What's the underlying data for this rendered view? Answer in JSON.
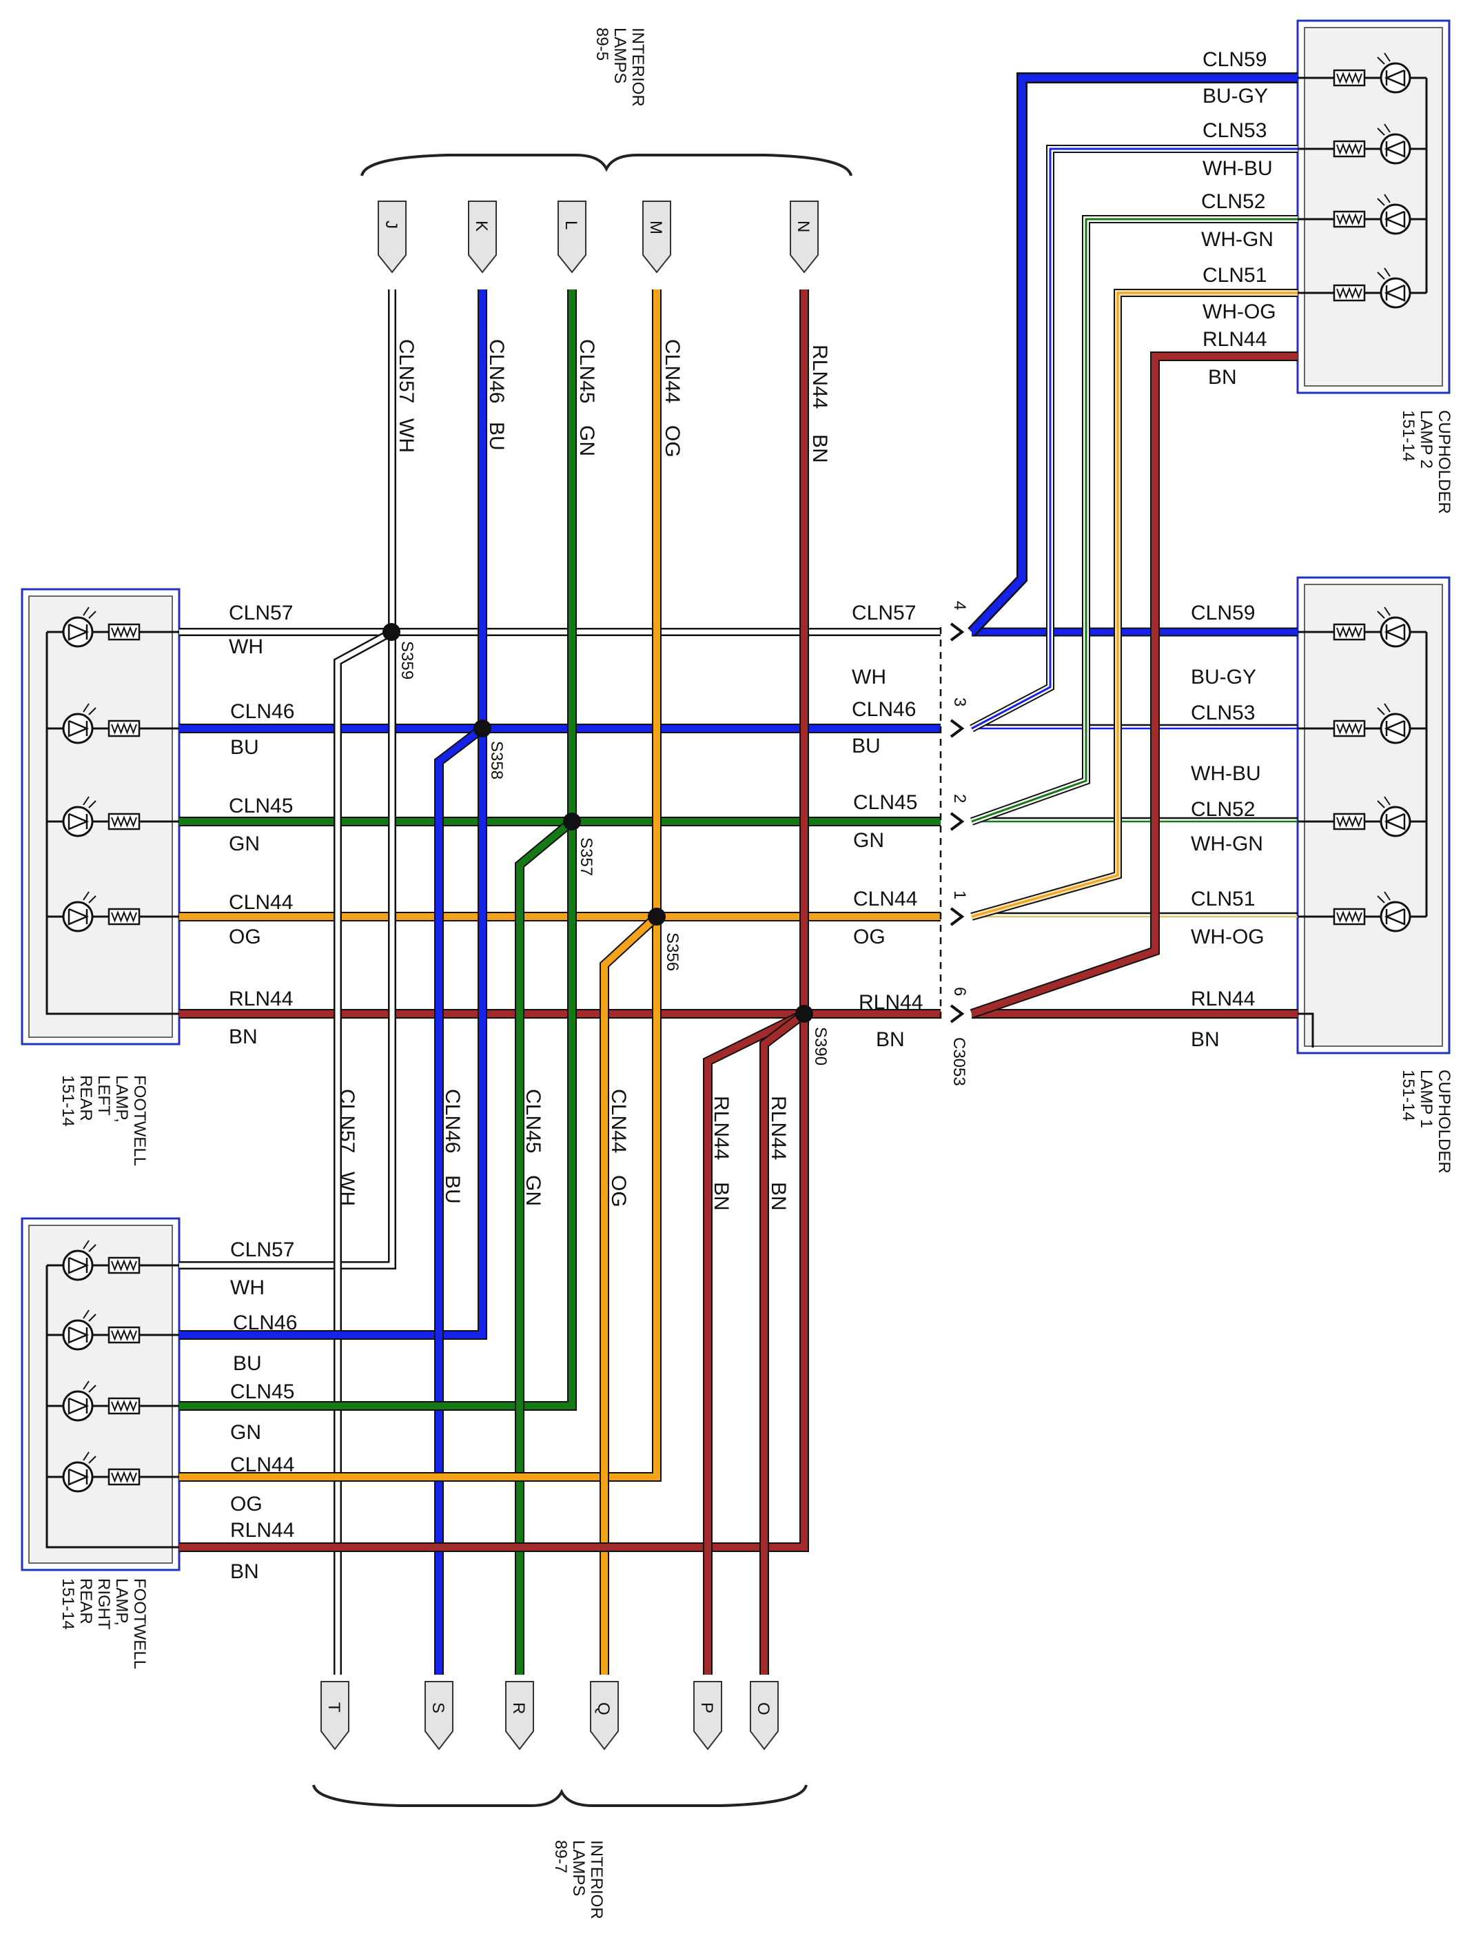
{
  "colors": {
    "WH": "#ffffff",
    "BU": "#1522e8",
    "GN": "#157a15",
    "OG": "#f3a31a",
    "BN": "#a12a2a",
    "frame": "#2233bb",
    "ink": "#111111"
  },
  "top_group": {
    "title_lines": [
      "INTERIOR",
      "LAMPS",
      "89-5"
    ],
    "connectors": [
      "J",
      "K",
      "L",
      "M",
      "N"
    ]
  },
  "bottom_group": {
    "title_lines": [
      "INTERIOR",
      "LAMPS",
      "89-7"
    ],
    "connectors": [
      "T",
      "S",
      "R",
      "Q",
      "P",
      "O"
    ]
  },
  "vertical_labels_top": [
    {
      "circuit": "CLN57",
      "color": "WH"
    },
    {
      "circuit": "CLN46",
      "color": "BU"
    },
    {
      "circuit": "CLN45",
      "color": "GN"
    },
    {
      "circuit": "CLN44",
      "color": "OG"
    },
    {
      "circuit": "RLN44",
      "color": "BN"
    }
  ],
  "vertical_labels_bottom": [
    {
      "circuit": "CLN57",
      "color": "WH"
    },
    {
      "circuit": "CLN46",
      "color": "BU"
    },
    {
      "circuit": "CLN45",
      "color": "GN"
    },
    {
      "circuit": "CLN44",
      "color": "OG"
    },
    {
      "circuit": "RLN44",
      "color": "BN"
    },
    {
      "circuit": "RLN44",
      "color": "BN"
    }
  ],
  "footwell_left": {
    "title_lines": [
      "FOOTWELL",
      "LAMP,",
      "LEFT",
      "REAR",
      "151-14"
    ],
    "wires": [
      {
        "circuit": "CLN57",
        "color": "WH"
      },
      {
        "circuit": "CLN46",
        "color": "BU"
      },
      {
        "circuit": "CLN45",
        "color": "GN"
      },
      {
        "circuit": "CLN44",
        "color": "OG"
      },
      {
        "circuit": "RLN44",
        "color": "BN"
      }
    ]
  },
  "footwell_right": {
    "title_lines": [
      "FOOTWELL",
      "LAMP,",
      "RIGHT",
      "REAR",
      "151-14"
    ],
    "wires": [
      {
        "circuit": "CLN57",
        "color": "WH"
      },
      {
        "circuit": "CLN46",
        "color": "BU"
      },
      {
        "circuit": "CLN45",
        "color": "GN"
      },
      {
        "circuit": "CLN44",
        "color": "OG"
      },
      {
        "circuit": "RLN44",
        "color": "BN"
      }
    ]
  },
  "splices": [
    "S359",
    "S358",
    "S357",
    "S356",
    "S390"
  ],
  "connector_c3053": {
    "name": "C3053",
    "pins": [
      {
        "pin": "4",
        "circuit": "CLN57",
        "color": "WH"
      },
      {
        "pin": "3",
        "circuit": "CLN46",
        "color": "BU"
      },
      {
        "pin": "2",
        "circuit": "CLN45",
        "color": "GN"
      },
      {
        "pin": "1",
        "circuit": "CLN44",
        "color": "OG"
      },
      {
        "pin": "6",
        "circuit": "RLN44",
        "color": "BN"
      }
    ]
  },
  "cupholder_1": {
    "title_lines": [
      "CUPHOLDER",
      "LAMP 1",
      "151-14"
    ],
    "wires": [
      {
        "circuit": "CLN59",
        "color": "BU-GY"
      },
      {
        "circuit": "CLN53",
        "color": "WH-BU"
      },
      {
        "circuit": "CLN52",
        "color": "WH-GN"
      },
      {
        "circuit": "CLN51",
        "color": "WH-OG"
      },
      {
        "circuit": "RLN44",
        "color": "BN"
      }
    ]
  },
  "cupholder_2": {
    "title_lines": [
      "CUPHOLDER",
      "LAMP 2",
      "151-14"
    ],
    "wires": [
      {
        "circuit": "CLN59",
        "color": "BU-GY"
      },
      {
        "circuit": "CLN53",
        "color": "WH-BU"
      },
      {
        "circuit": "CLN52",
        "color": "WH-GN"
      },
      {
        "circuit": "CLN51",
        "color": "WH-OG"
      },
      {
        "circuit": "RLN44",
        "color": "BN"
      }
    ]
  }
}
